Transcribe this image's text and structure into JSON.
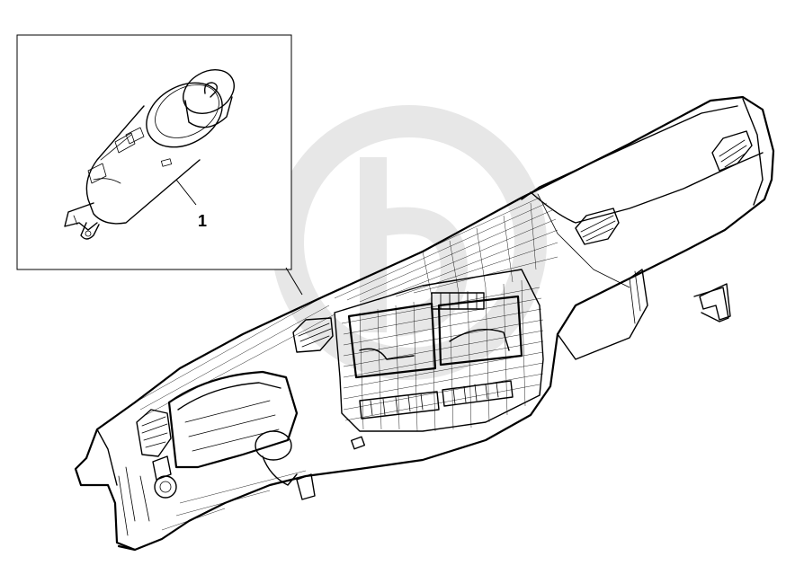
{
  "diagram": {
    "callouts": [
      {
        "number": "1",
        "part": "cigar-lighter"
      }
    ],
    "watermark": {
      "icon": "brand-logo-watermark",
      "color": "#d9d9d9"
    },
    "colors": {
      "line": "#000000",
      "background": "#ffffff"
    }
  }
}
